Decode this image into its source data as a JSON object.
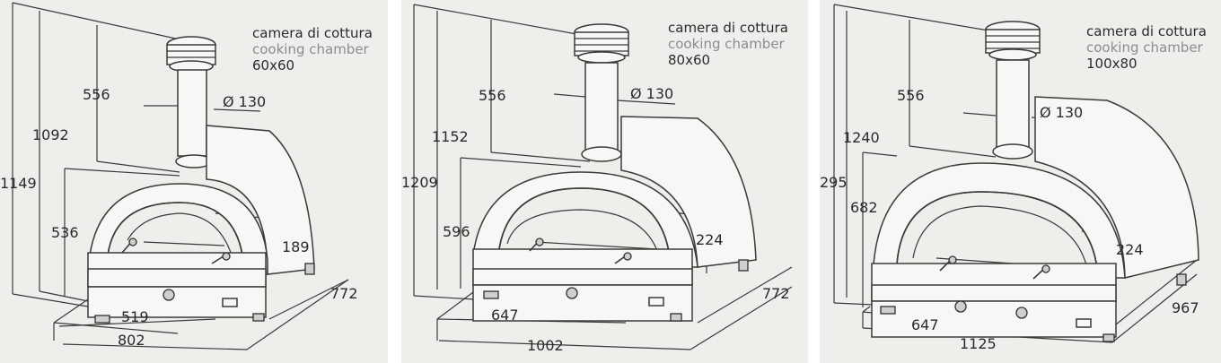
{
  "ovens": [
    {
      "caption": {
        "it": "camera di cottura",
        "en": "cooking chamber",
        "size": "60x60"
      },
      "dims": {
        "d556": "556",
        "dia": "Ø 130",
        "d1092": "1092",
        "d1149": "1149",
        "d536": "536",
        "d189": "189",
        "d519": "519",
        "d802": "802",
        "d772": "772"
      }
    },
    {
      "caption": {
        "it": "camera di cottura",
        "en": "cooking chamber",
        "size": "80x60"
      },
      "dims": {
        "d556": "556",
        "dia": "Ø 130",
        "d1152": "1152",
        "d1209": "1209",
        "d596": "596",
        "d224": "224",
        "d647": "647",
        "d1002": "1002",
        "d772": "772"
      }
    },
    {
      "caption": {
        "it": "camera di cottura",
        "en": "cooking chamber",
        "size": "100x80"
      },
      "dims": {
        "d556": "556",
        "dia": "Ø 130",
        "d1240": "1240",
        "d295": "295",
        "d682": "682",
        "d224": "224",
        "d647": "647",
        "d1125": "1125",
        "d967": "967"
      }
    }
  ]
}
